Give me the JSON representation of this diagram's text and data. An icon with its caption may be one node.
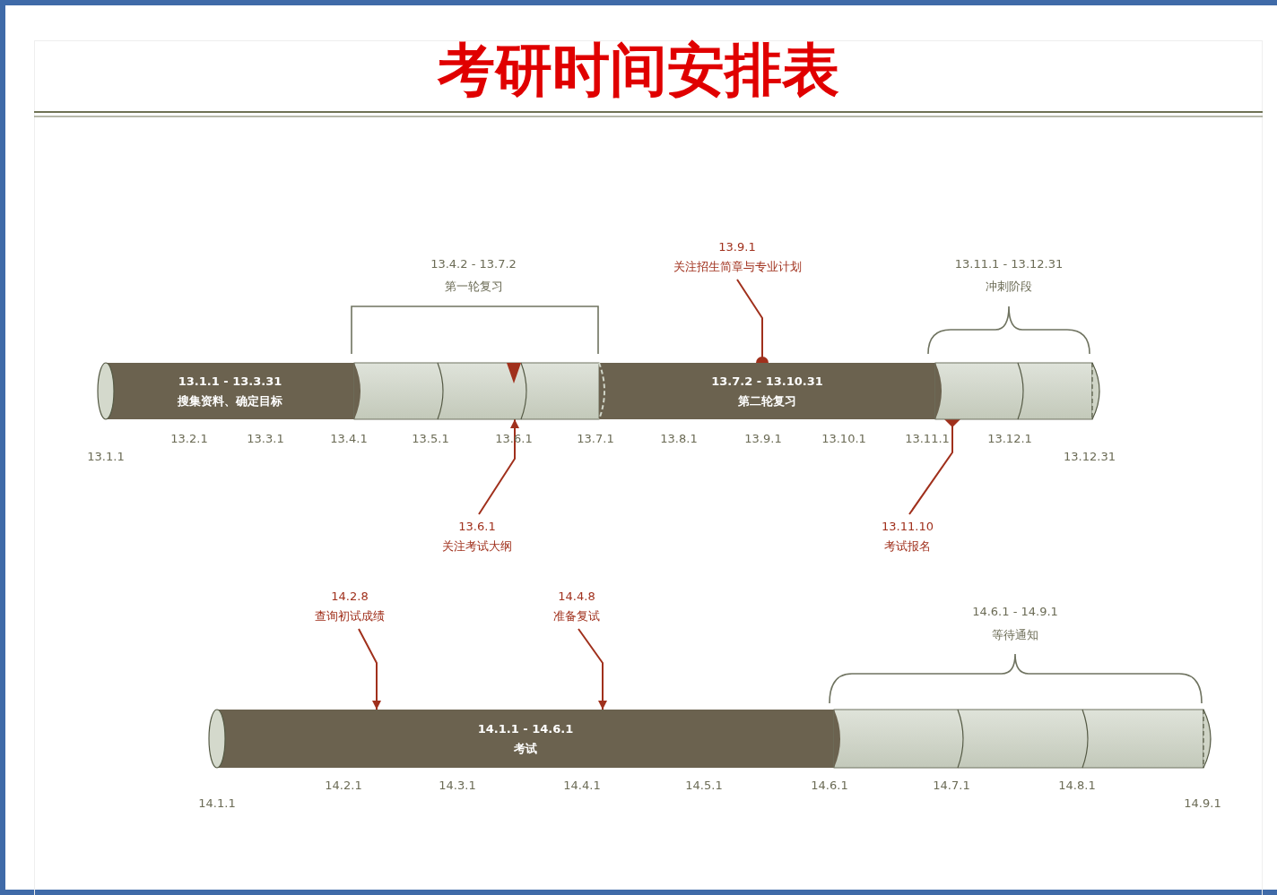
{
  "diagram": {
    "title": "考研时间安排表",
    "nodes": [
      {
        "text": [
          "13.1.1 - 13.3.31",
          "搜集资料、确定目标"
        ]
      },
      {
        "text": [],
        "shape": "bar"
      },
      {
        "text": [
          "13.7.2 - 13.10.31",
          "第二轮复习"
        ]
      },
      {
        "text": [],
        "shape": "bar"
      },
      {
        "text": [
          "13.9.1",
          "关注招生简章与专业计划"
        ]
      },
      {
        "text": [
          "13.6.1",
          "关注考试大纲"
        ]
      },
      {
        "text": [
          "13.11.10",
          "考试报名"
        ]
      },
      {
        "text": [
          "14.1.1 - 14.6.1",
          "考试"
        ]
      },
      {
        "text": [],
        "shape": "bar"
      },
      {
        "text": [
          "14.2.8",
          "查询初试成绩"
        ]
      },
      {
        "text": [
          "14.4.8",
          "准备复试"
        ]
      }
    ],
    "edges": [
      {
        "from": 4,
        "to": 2,
        "arrow": "other",
        "color": "#a0301c"
      },
      {
        "from": 5,
        "to": 1,
        "arrow": "to",
        "color": "#a0301c"
      },
      {
        "from": 6,
        "to": 3,
        "arrow": "other",
        "color": "#a0301c"
      },
      {
        "from": 9,
        "to": 7,
        "arrow": "to",
        "color": "#a0301c"
      },
      {
        "from": 10,
        "to": 7,
        "arrow": "to",
        "color": "#a0301c"
      }
    ],
    "labels": [
      "13.4.2 - 13.7.2",
      "第一轮复习",
      "13.11.1 - 13.12.31",
      "冲刺阶段",
      "13.2.1",
      "13.3.1",
      "13.4.1",
      "13.5.1",
      "13.6.1",
      "13.7.1",
      "13.8.1",
      "13.9.1",
      "13.10.1",
      "13.11.1",
      "13.12.1",
      "13.1.1",
      "13.12.31",
      "14.6.1 - 14.9.1",
      "等待通知",
      "14.2.1",
      "14.3.1",
      "14.4.1",
      "14.5.1",
      "14.6.1",
      "14.7.1",
      "14.8.1",
      "14.1.1",
      "14.9.1"
    ]
  }
}
